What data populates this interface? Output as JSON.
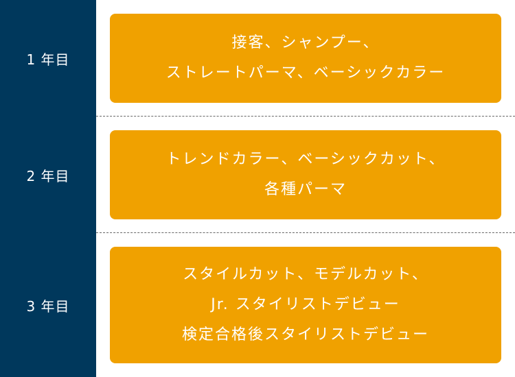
{
  "colors": {
    "sidebar": "#00385c",
    "box": "#f0a100",
    "text_on_box": "#ffffff",
    "text_on_sidebar": "#ffffff",
    "divider": "#666666"
  },
  "steps": [
    {
      "year": "1 年目",
      "lines": [
        "接客、シャンプー、",
        "ストレートパーマ、ベーシックカラー"
      ]
    },
    {
      "year": "2 年目",
      "lines": [
        "トレンドカラー、ベーシックカット、",
        "各種パーマ"
      ]
    },
    {
      "year": "3 年目",
      "lines": [
        "スタイルカット、モデルカット、",
        "Jr. スタイリストデビュー",
        "検定合格後スタイリストデビュー"
      ]
    }
  ]
}
